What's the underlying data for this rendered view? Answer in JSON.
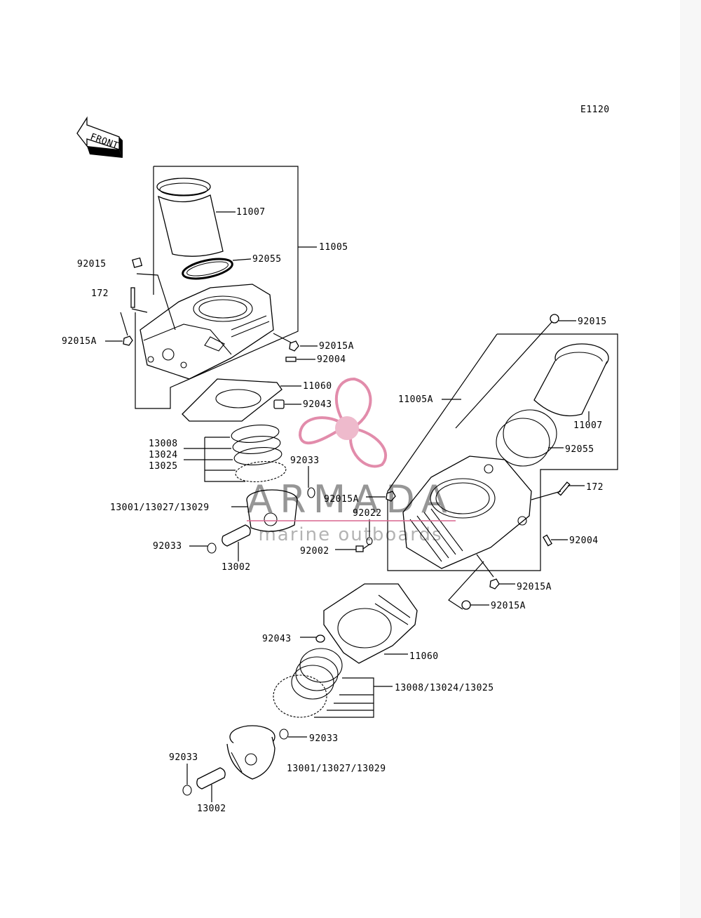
{
  "diagram_code": "E1120",
  "front_arrow_text": "FRONT",
  "watermark": {
    "brand": "ARMADA",
    "tagline": "marine outboards",
    "color": "#d9668f"
  },
  "labels": {
    "upper": {
      "p11007": "11007",
      "p92055": "92055",
      "p11005": "11005",
      "p92015": "92015",
      "p172": "172",
      "p92015A_left": "92015A",
      "p92015A_right": "92015A",
      "p92004": "92004",
      "p11060": "11060",
      "p92043": "92043",
      "p13008": "13008",
      "p13024": "13024",
      "p13025": "13025",
      "p92033_a": "92033",
      "p13001": "13001/13027/13029",
      "p92033_b": "92033",
      "p13002": "13002"
    },
    "lower": {
      "p92015": "92015",
      "p11005A": "11005A",
      "p11007": "11007",
      "p92055": "92055",
      "p172": "172",
      "p92015A_top": "92015A",
      "p92022": "92022",
      "p92002": "92002",
      "p92004": "92004",
      "p92015A_b": "92015A",
      "p92015A_c": "92015A",
      "p92043": "92043",
      "p11060": "11060",
      "p13008": "13008/13024/13025",
      "p92033_a": "92033",
      "p92033_b": "92033",
      "p13001": "13001/13027/13029",
      "p13002": "13002"
    }
  }
}
